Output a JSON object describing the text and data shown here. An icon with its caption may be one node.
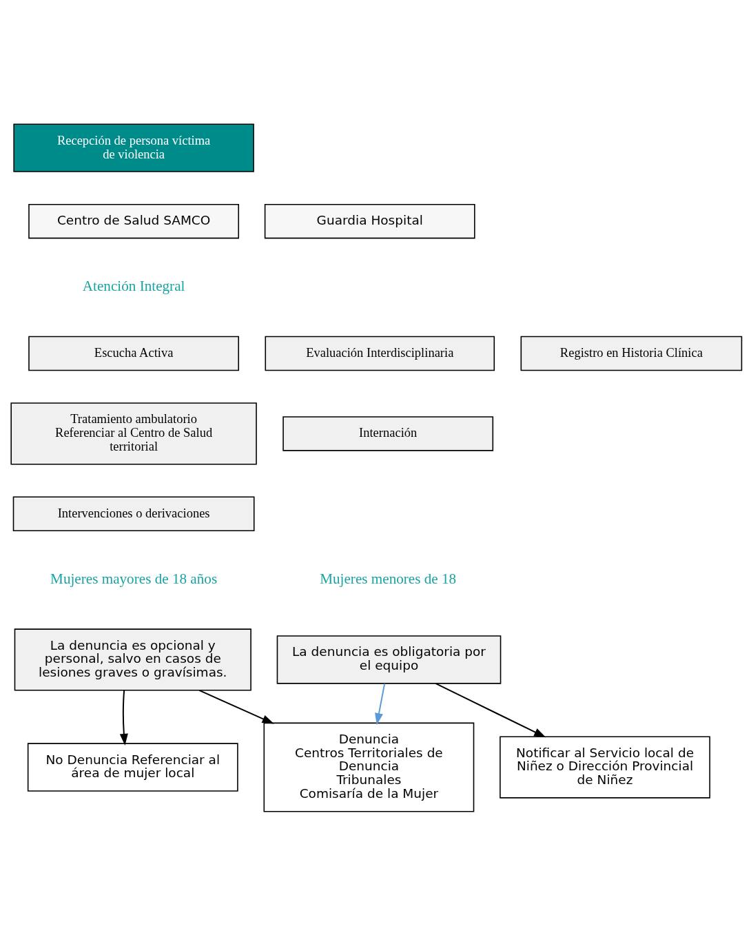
{
  "diagram": {
    "nodes": [
      {
        "text": [
          "Recepción de persona víctima de violencia"
        ]
      },
      {
        "text": [
          "Centro de Salud SAMCO"
        ]
      },
      {
        "text": [
          "Guardia Hospital"
        ]
      },
      {
        "text": [
          "Escucha Activa"
        ]
      },
      {
        "text": [
          "Evaluación Interdisciplinaria"
        ]
      },
      {
        "text": [
          "Registro en Historia Clínica"
        ]
      },
      {
        "text": [
          "Tratamiento ambulatorio Referenciar al Centro de Salud territorial"
        ]
      },
      {
        "text": [
          "Internación"
        ]
      },
      {
        "text": [
          "Intervenciones o derivaciones"
        ]
      },
      {
        "text": [
          "La denuncia es opcional y personal, salvo en casos de lesiones graves o gravísimas."
        ]
      },
      {
        "text": [
          "La denuncia es obligatoria por el equipo"
        ]
      },
      {
        "text": [
          "No Denuncia Referenciar al área de mujer local"
        ]
      },
      {
        "text": [
          "Denuncia",
          "Centros Territoriales de Denuncia",
          "Tribunales",
          "Comisaría de la Mujer"
        ]
      },
      {
        "text": [
          "Notificar al Servicio local de Niñez o Dirección Provincial de Niñez"
        ]
      }
    ],
    "edges": [
      {
        "from": 9,
        "to": 11,
        "arrow": "to"
      },
      {
        "from": 9,
        "to": 12,
        "arrow": "to"
      },
      {
        "from": 10,
        "to": 12,
        "arrow": "to",
        "color": "#5b9bd5"
      },
      {
        "from": 10,
        "to": 13,
        "arrow": "to"
      }
    ],
    "labels": [
      "Atención Integral",
      "Mujeres mayores de 18 años",
      "Mujeres menores de 18"
    ]
  }
}
